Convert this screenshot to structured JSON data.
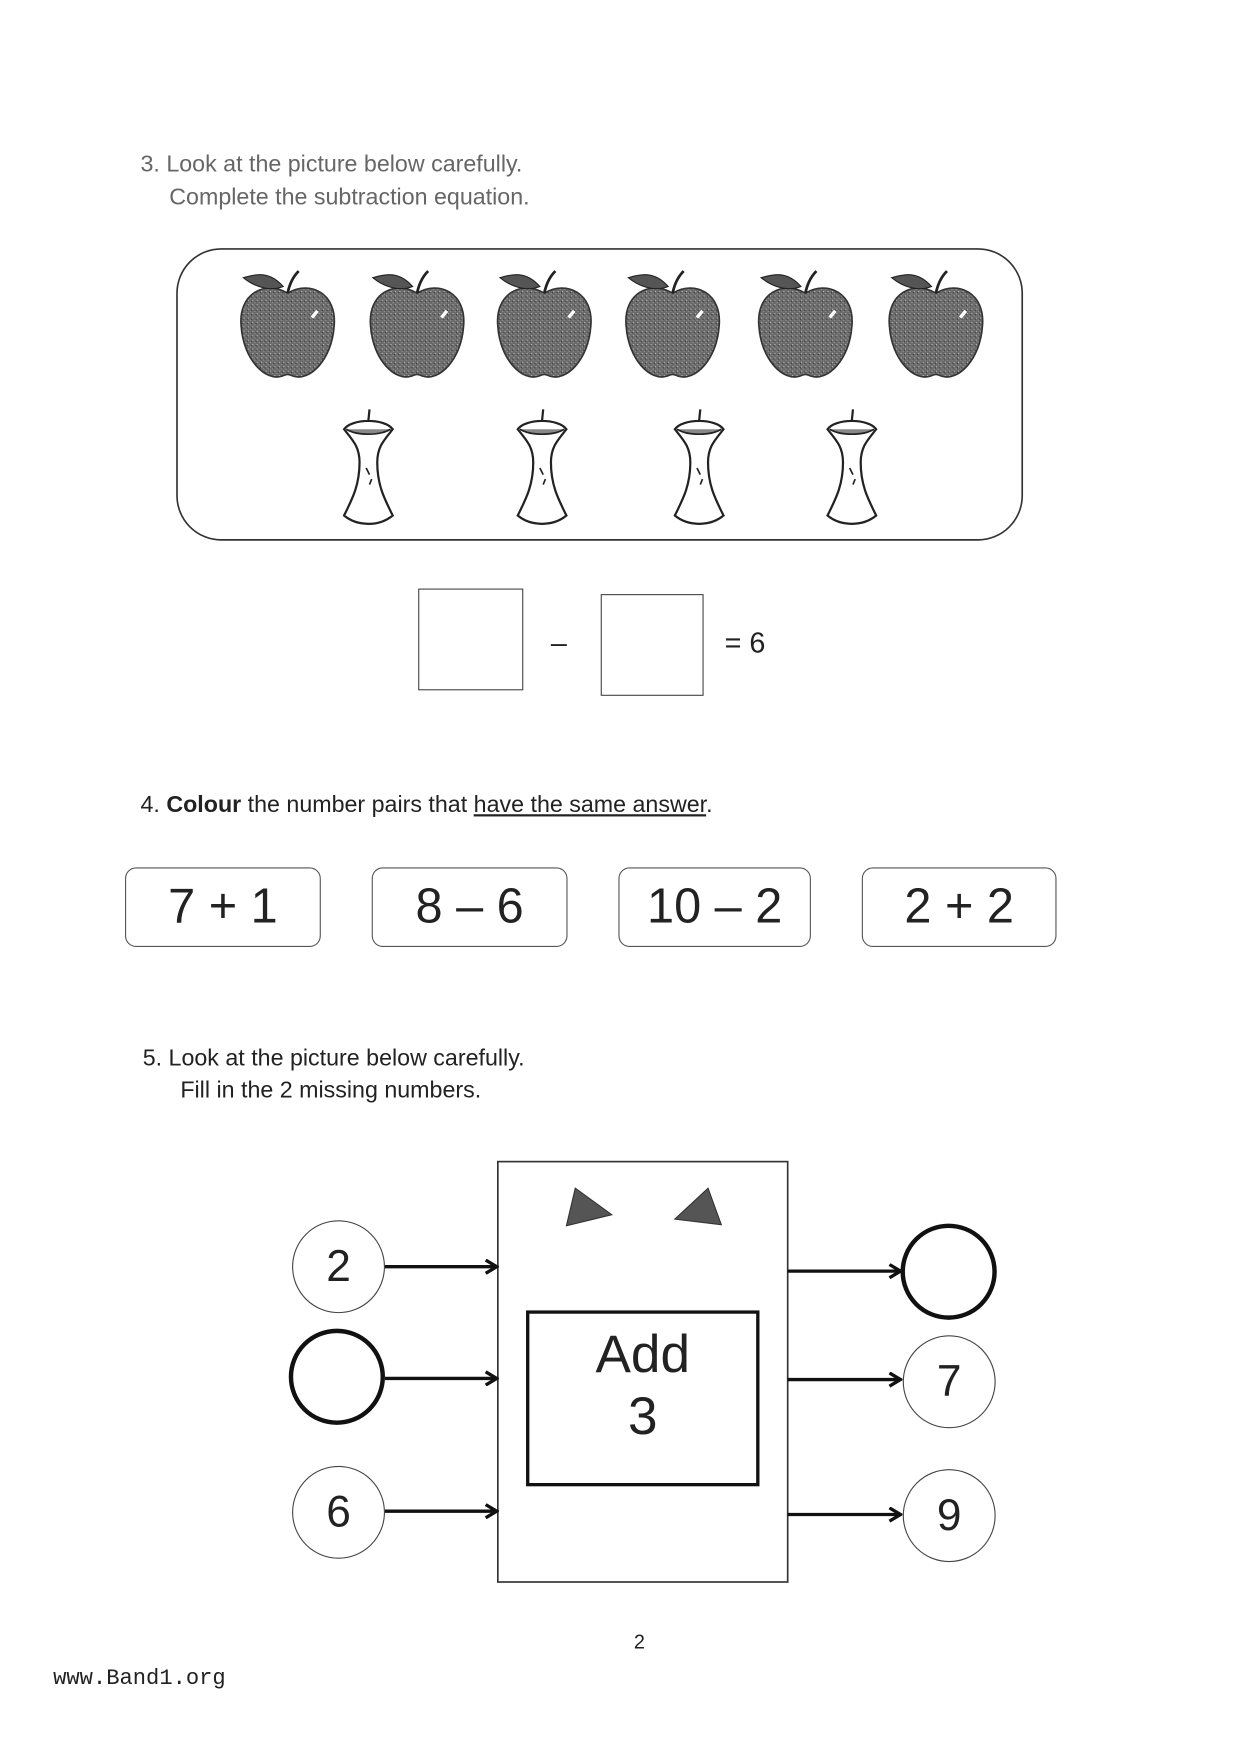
{
  "q3": {
    "line1": "3. Look at the picture below carefully.",
    "line2": "Complete the subtraction equation.",
    "apples_count": 6,
    "cores_count": 4,
    "equation": {
      "minus": "–",
      "equals": "= 6"
    }
  },
  "q4": {
    "number": "4.",
    "bold": "Colour",
    "mid": " the number pairs that ",
    "underlined": "have the same answer",
    "end": ".",
    "pairs": [
      "7 + 1",
      "8 – 6",
      "10 – 2",
      "2 + 2"
    ]
  },
  "q5": {
    "line1": "5. Look at the picture below carefully.",
    "line2": "Fill in the 2 missing numbers.",
    "machine": {
      "line1": "Add",
      "line2": "3"
    },
    "inputs": [
      "2",
      "",
      "6"
    ],
    "outputs": [
      "",
      "7",
      "9"
    ]
  },
  "footer": {
    "page_number": "2",
    "website": "www.Band1.org"
  }
}
